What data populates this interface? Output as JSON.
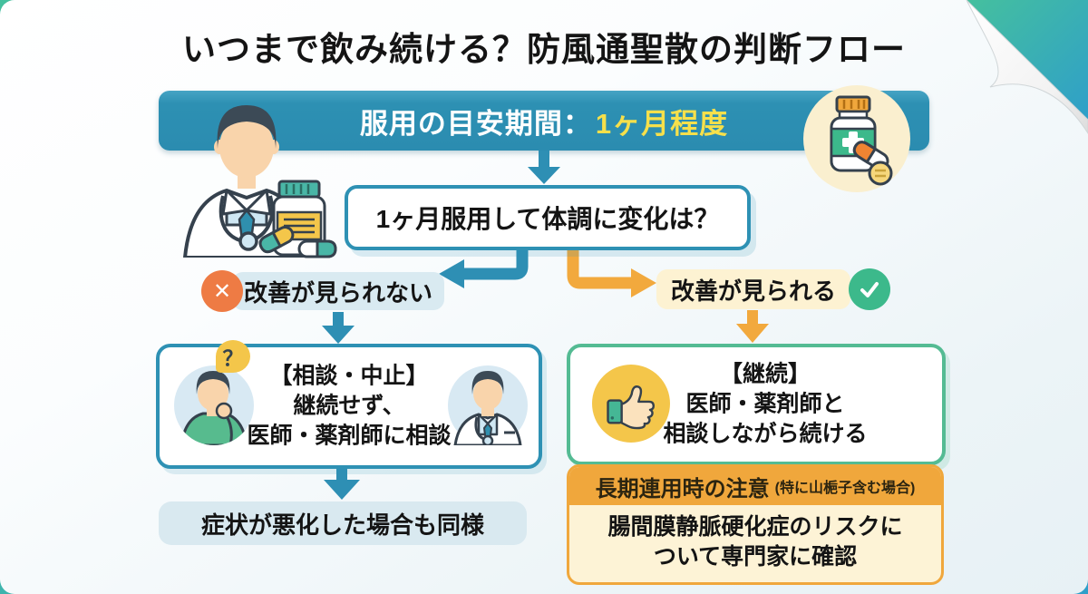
{
  "page": {
    "title": "いつまで飲み続ける？防風通聖散の判断フロー"
  },
  "header_bar": {
    "label_prefix": "服用の目安期間：",
    "label_highlight": "1ヶ月程度"
  },
  "question_box": {
    "text": "1ヶ月服用して体調に変化は？"
  },
  "branches": {
    "negative": {
      "label": "改善が見られない",
      "icon": "x-circle"
    },
    "positive": {
      "label": "改善が見られる",
      "icon": "check-circle"
    }
  },
  "outcome_negative": {
    "lines": [
      "【相談・中止】",
      "継続せず、",
      "医師・薬剤師に相談"
    ],
    "note": "症状が悪化した場合も同様"
  },
  "outcome_positive": {
    "lines": [
      "【継続】",
      "医師・薬剤師と",
      "相談しながら続ける"
    ]
  },
  "caution": {
    "header": "長期連用時の注意",
    "header_sub": "(特に山梔子含む場合)",
    "body_lines": [
      "腸間膜静脈硬化症のリスクに",
      "ついて専門家に確認"
    ]
  },
  "icons": {
    "x_mark": "✕",
    "check_mark": "✓",
    "question_mark": "？"
  },
  "colors": {
    "teal_primary": "#2e91b4",
    "orange_arrow": "#f2a93d",
    "x_badge": "#ee7b44",
    "check_badge": "#3cb98b",
    "mint_border": "#54bb93",
    "yellow_highlight": "#f6e04b",
    "chip_blue_bg": "#d9eaf1",
    "chip_cream_bg": "#fdf2d2",
    "caution_header_bg": "#f0a73c",
    "caution_body_bg": "#fdf3d6",
    "note_pill_bg": "#d9e9f0",
    "thumb_circle": "#f4c64a"
  }
}
